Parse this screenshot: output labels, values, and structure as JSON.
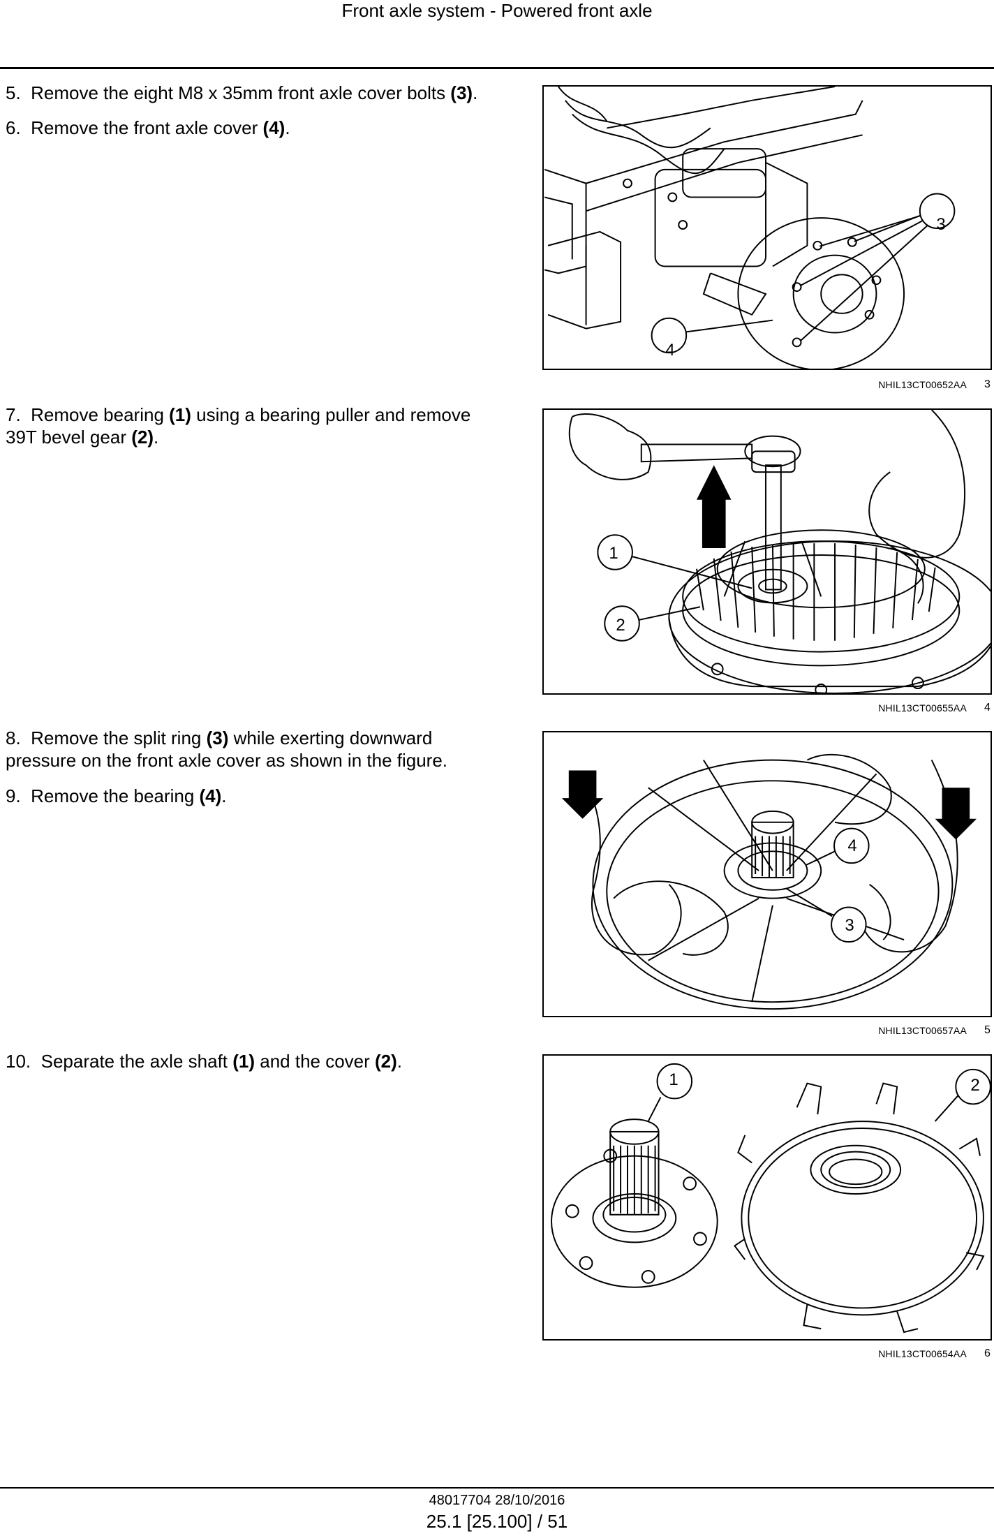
{
  "header": {
    "title": "Front axle system - Powered front axle"
  },
  "steps": [
    {
      "num": "5.",
      "pre": "Remove the eight M8 x 35mm front axle cover bolts ",
      "ref": "(3)",
      "post": "."
    },
    {
      "num": "6.",
      "pre": "Remove the front axle cover ",
      "ref": "(4)",
      "post": "."
    },
    {
      "num": "7.",
      "pre": "Remove bearing ",
      "ref": "(1)",
      "mid": " using a bearing puller and remove 39T bevel gear ",
      "ref2": "(2)",
      "post": "."
    },
    {
      "num": "8.",
      "pre": "Remove the split ring ",
      "ref": "(3)",
      "post": " while exerting downward pressure on the front axle cover as shown in the figure."
    },
    {
      "num": "9.",
      "pre": "Remove the bearing ",
      "ref": "(4)",
      "post": "."
    },
    {
      "num": "10.",
      "pre": "Separate the axle shaft ",
      "ref": "(1)",
      "mid": " and the cover ",
      "ref2": "(2)",
      "post": "."
    }
  ],
  "figures": [
    {
      "id": "NHIL13CT00652AA",
      "number": "3",
      "callouts": [
        "3",
        "4"
      ]
    },
    {
      "id": "NHIL13CT00655AA",
      "number": "4",
      "callouts": [
        "1",
        "2"
      ]
    },
    {
      "id": "NHIL13CT00657AA",
      "number": "5",
      "callouts": [
        "4",
        "3"
      ]
    },
    {
      "id": "NHIL13CT00654AA",
      "number": "6",
      "callouts": [
        "1",
        "2"
      ]
    }
  ],
  "footer": {
    "doc": "48017704 28/10/2016",
    "page": "25.1 [25.100] / 51"
  }
}
